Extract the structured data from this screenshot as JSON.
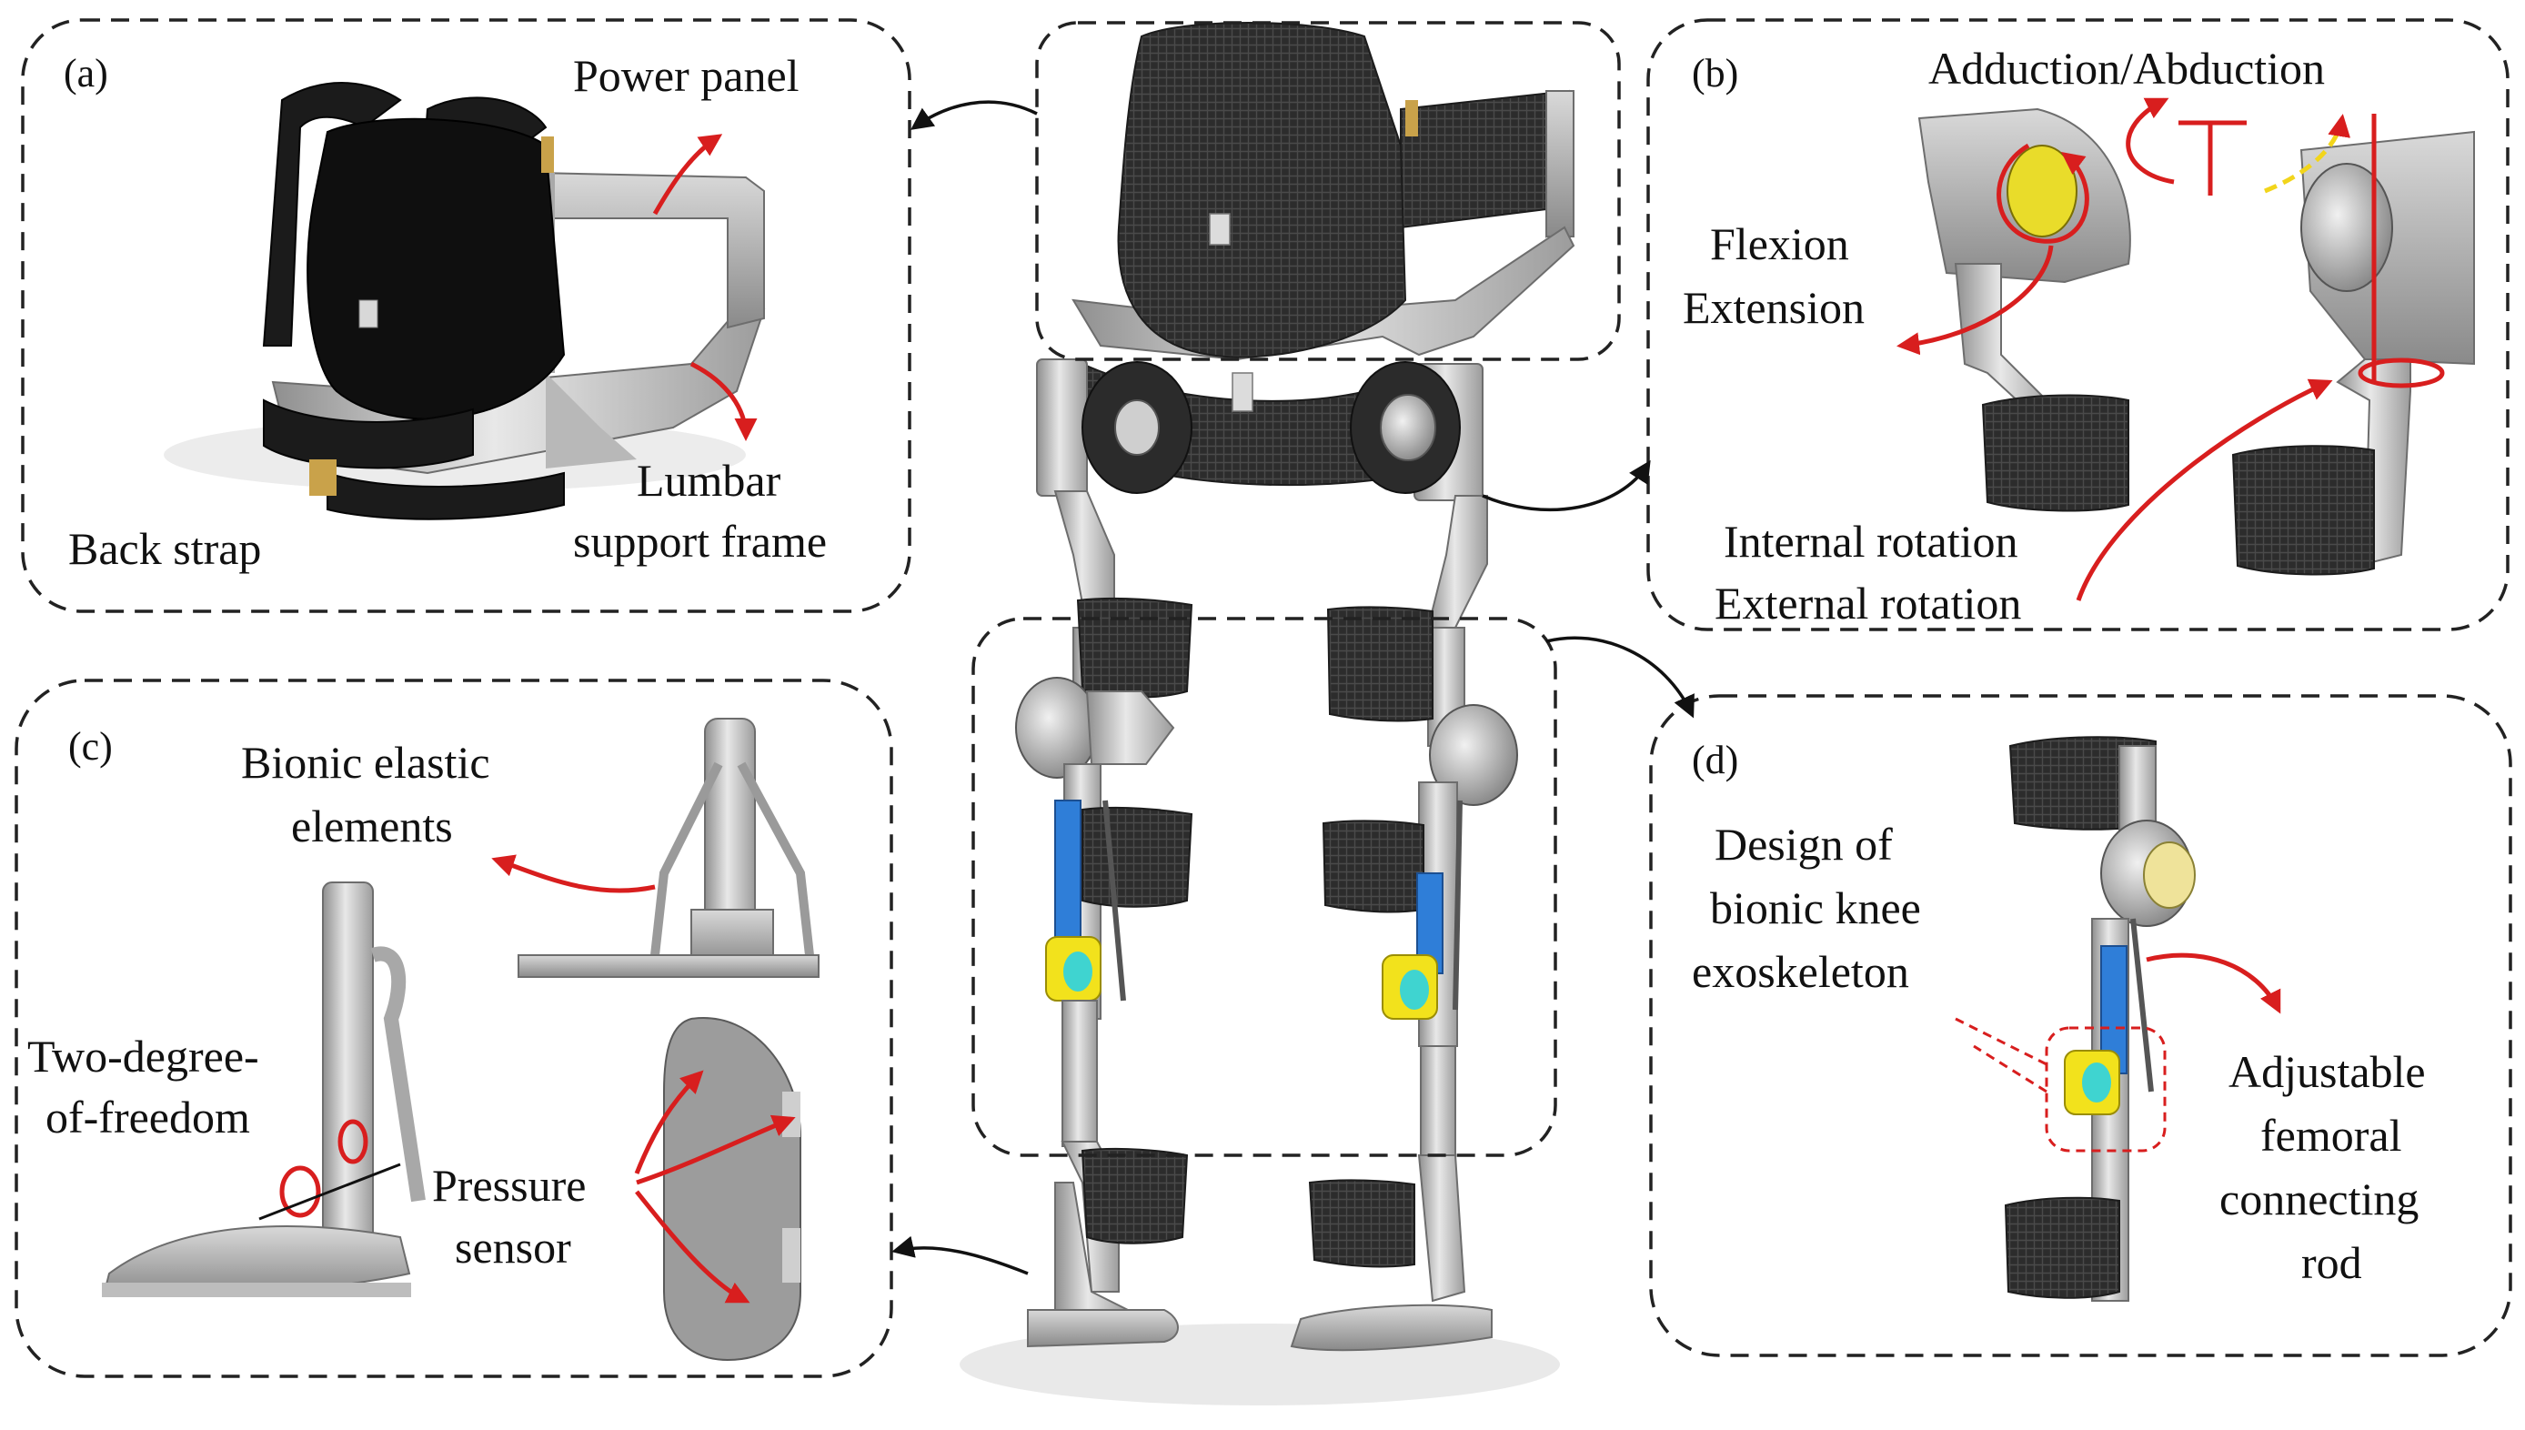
{
  "panels": {
    "a": {
      "tag": "(a)",
      "labels": {
        "power_panel": "Power panel",
        "lumbar_1": "Lumbar",
        "lumbar_2": "support frame",
        "back_strap": "Back strap"
      }
    },
    "b": {
      "tag": "(b)",
      "labels": {
        "adduction": "Adduction/Abduction",
        "flexion": "Flexion",
        "extension": "Extension",
        "internal": "Internal rotation",
        "external": "External rotation"
      }
    },
    "c": {
      "tag": "(c)",
      "labels": {
        "bionic_1": "Bionic elastic",
        "bionic_2": "elements",
        "twodof_1": "Two-degree-",
        "twodof_2": "of-freedom",
        "pressure_1": "Pressure",
        "pressure_2": "sensor"
      }
    },
    "d": {
      "tag": "(d)",
      "labels": {
        "design_1": "Design of",
        "design_2": "bionic knee",
        "design_3": "exoskeleton",
        "adjust_1": "Adjustable",
        "adjust_2": "femoral",
        "adjust_3": "connecting",
        "adjust_4": "rod"
      }
    }
  },
  "colors": {
    "annotation_red": "#d81e1e",
    "actuator_blue": "#2f7ed8",
    "joint_yellow": "#f2e21c",
    "mesh_dark": "#2a2a2a"
  }
}
